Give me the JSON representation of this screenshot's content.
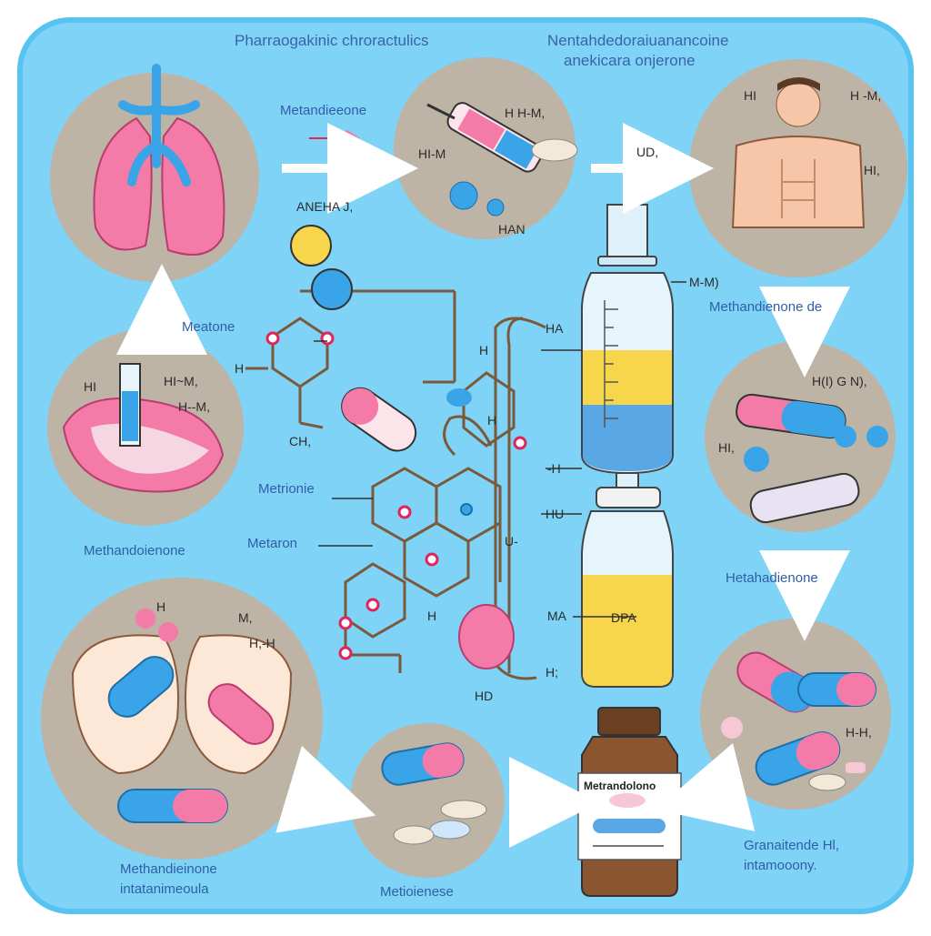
{
  "header": {
    "title_left": "Pharraogakinic chroractulics",
    "title_right_1": "Nentahdedoraiuanancoine",
    "title_right_2": "anekicara onjerone"
  },
  "labels": {
    "l1": "Metandieeone",
    "l2": "ANEHA J,",
    "l3": "HI-M",
    "l4": "H H-M,",
    "l5": "HAN",
    "l6": "UD,",
    "l7": "HI",
    "l8": "H -M,",
    "l9": "HI,",
    "l10": "Meatone",
    "l11": "H",
    "l12": "CH,",
    "l13": "HI",
    "l14": "HI~M,",
    "l15": "H--M,",
    "l16": "Methandoienone",
    "l17": "Metrionie",
    "l18": "Metaron",
    "l19": "HA",
    "l20": "H",
    "l21": "H",
    "l22": "-H",
    "l23": "HU",
    "l24": "U-",
    "l25": "MA",
    "l26": "DPA",
    "l27": "H",
    "l28": "HD",
    "l29": "H;",
    "l30": "M-M)",
    "l31": "Methandienone de",
    "l32": "H(I) G N),",
    "l33": "HI,",
    "l34": "Hetahadienone",
    "l35": "H-H,",
    "l36": "H",
    "l37": "M,",
    "l38": "H,-H",
    "l39": "Methandieinone",
    "l40": "intatanimeoula",
    "l41": "Metioienese",
    "l42": "Metrandolono",
    "l43": "Granaitende Hl,",
    "l44": "intamooony."
  },
  "colors": {
    "background": "#7fd3f7",
    "frame": "#5cc6f3",
    "circle": "#bdb4a6",
    "pink": "#f47aa8",
    "blue": "#3aa4e8",
    "yellow": "#f8d64b",
    "bottle": "#7b4a2a"
  },
  "icons": [
    "lungs-icon",
    "syringe-icon",
    "torso-icon",
    "liver-icon",
    "vial-icon",
    "capsule-icon",
    "pill-icon",
    "kidney-icon",
    "medicine-bottle-icon",
    "molecule-structure-icon"
  ]
}
